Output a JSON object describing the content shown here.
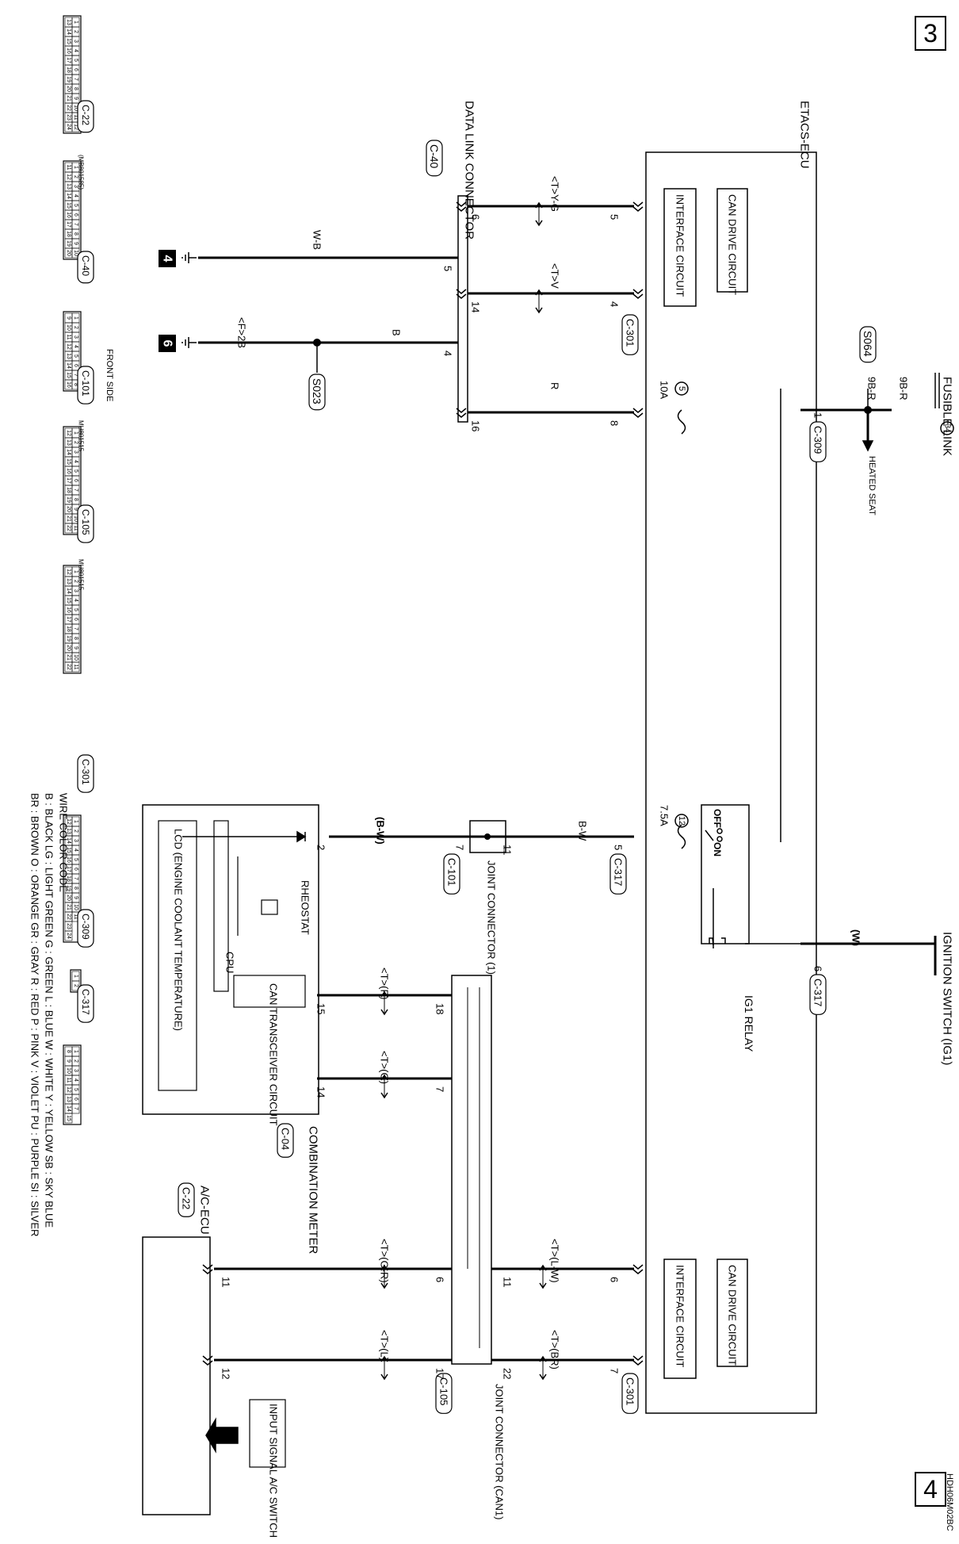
{
  "page_numbers": {
    "top": "3",
    "bottom": "4"
  },
  "drawing_code": "HDH06M02BC",
  "components": {
    "etacs_ecu": "ETACS-ECU",
    "can_drive": "CAN DRIVE CIRCUIT",
    "interface": "INTERFACE CIRCUIT",
    "data_link": "DATA LINK CONNECTOR",
    "fusible_link": "FUSIBLE LINK",
    "fusible_link_no": "34",
    "heated_seat": "HEATED SEAT",
    "ignition_switch": "IGNITION SWITCH (IG1)",
    "ig1_relay": "IG1 RELAY",
    "joint_connector_1": "JOINT CONNECTOR (1)",
    "joint_connector_can1": "JOINT CONNECTOR (CAN1)",
    "combination_meter": "COMBINATION METER",
    "rheostat": "RHEOSTAT",
    "cpu": "CPU",
    "lcd": "LCD (ENGINE COOLANT TEMPERATURE)",
    "can_transceiver": "CAN TRANSCEIVER CIRCUIT",
    "ac_ecu": "A/C-ECU",
    "input_signal": "INPUT SIGNAL A/C SWITCH",
    "off": "OFF",
    "on": "ON",
    "front_side": "FRONT SIDE"
  },
  "connectors": {
    "c04": "C-04",
    "c22": "C-22",
    "c40": "C-40",
    "c101": "C-101",
    "c105": "C-105",
    "c301": "C-301",
    "c309": "C-309",
    "c317": "C-317",
    "s064": "S064",
    "s023": "S023",
    "gnd4": "4",
    "gnd6": "6",
    "part_c22": "(MB801585)",
    "part_c101": "MU801515",
    "part_c105": "MU801515"
  },
  "wires": {
    "tyg": "<T>Y-G",
    "tv": "<T>V",
    "wb": "W-B",
    "f2b": "<F>2B",
    "b": "B",
    "r": "R",
    "b9r_top": "9B-R",
    "b9r": "9B-R",
    "bw": "B-W",
    "bw_par": "(B-W)",
    "w_par": "(W)",
    "tp": "<T>(P)",
    "tg": "<T>(G)",
    "tlw": "<T>(L-W)",
    "tbr": "<T>(BR)",
    "tgr": "<T>(G-R)",
    "tl": "<T>(L)",
    "fuse5": "5",
    "fuse5_amp": "10A",
    "fuse12": "12",
    "fuse12_amp": "7.5A"
  },
  "pins": {
    "ecu_5": "5",
    "ecu_4": "4",
    "ecu_8": "8",
    "dlc_6": "6",
    "dlc_5": "5",
    "dlc_14": "14",
    "dlc_4": "4",
    "dlc_16": "16",
    "fl_1": "1",
    "ecu_5b": "5",
    "ign_6": "6",
    "j1_11": "11",
    "j1_7": "7",
    "cm_2": "2",
    "cm_15": "15",
    "cm_14": "14",
    "jc_18": "18",
    "jc_7": "7",
    "jc_6": "6",
    "jc_17": "17",
    "jc_11": "11",
    "jc_22": "22",
    "ecu_6": "6",
    "ecu_7": "7",
    "ac_11": "11",
    "ac_12": "12"
  },
  "legend": {
    "title": "WIRE COLOR CODE",
    "row1": "B : BLACK   LG : LIGHT GREEN   G : GREEN   L : BLUE   W : WHITE   Y : YELLOW   SB : SKY BLUE",
    "row2": "BR : BROWN   O : ORANGE   GR : GRAY   R : RED   P : PINK   V : VIOLET   PU : PURPLE   SI : SILVER"
  },
  "connector_faces": {
    "c04": [
      [
        "1",
        "2",
        "3",
        "4",
        "5",
        "6",
        "7",
        "8",
        "9",
        "10",
        "11",
        "12"
      ],
      [
        "13",
        "14",
        "15",
        "16",
        "17",
        "18",
        "19",
        "20",
        "21",
        "22",
        "23",
        "24"
      ]
    ],
    "c22": [
      [
        "1",
        "2",
        "3",
        "4",
        "5",
        "6",
        "7",
        "8",
        "9",
        "10"
      ],
      [
        "11",
        "12",
        "13",
        "14",
        "15",
        "16",
        "17",
        "18",
        "19",
        "20"
      ]
    ],
    "c40": [
      [
        "1",
        "2",
        "3",
        "4",
        "5",
        "6",
        "7",
        "8"
      ],
      [
        "9",
        "10",
        "11",
        "12",
        "13",
        "14",
        "15",
        "16"
      ]
    ],
    "c101": [
      [
        "1",
        "2",
        "3",
        "4",
        "5",
        "6",
        "7",
        "8",
        "9",
        "10",
        "11"
      ],
      [
        "12",
        "13",
        "14",
        "15",
        "16",
        "17",
        "18",
        "19",
        "20",
        "21",
        "22"
      ]
    ],
    "c105": [
      [
        "1",
        "2",
        "3",
        "4",
        "5",
        "6",
        "7",
        "8",
        "9",
        "10",
        "11"
      ],
      [
        "12",
        "13",
        "14",
        "15",
        "16",
        "17",
        "18",
        "19",
        "20",
        "21",
        "22"
      ]
    ],
    "c301": [
      [
        "1",
        "2",
        "3",
        "4",
        "5",
        "6",
        "7",
        "8",
        "9",
        "10",
        "11"
      ],
      [
        "12",
        "13",
        "14",
        "15",
        "16",
        "17",
        "18",
        "19",
        "20",
        "21",
        "22",
        "23",
        "24"
      ]
    ],
    "c309": [
      [
        "1",
        "2"
      ]
    ],
    "c317": [
      [
        "1",
        "2",
        "3",
        "4",
        "5",
        "6",
        "7"
      ],
      [
        "8",
        "9",
        "10",
        "11",
        "12",
        "13",
        "14",
        "15"
      ]
    ]
  }
}
